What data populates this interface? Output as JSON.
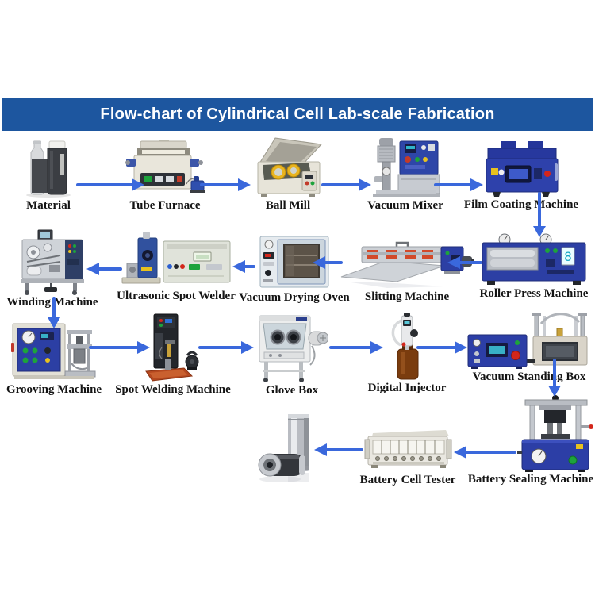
{
  "title": "Flow-chart of Cylindrical Cell Lab-scale Fabrication",
  "colors": {
    "banner_bg": "#1d569f",
    "title_text": "#ffffff",
    "arrow": "#3a68dc",
    "label_text": "#141414",
    "background": "#ffffff"
  },
  "nodes": [
    {
      "id": "material",
      "label": "Material"
    },
    {
      "id": "tube-furnace",
      "label": "Tube Furnace"
    },
    {
      "id": "ball-mill",
      "label": "Ball Mill"
    },
    {
      "id": "vacuum-mixer",
      "label": "Vacuum Mixer"
    },
    {
      "id": "film-coating-machine",
      "label": "Film Coating Machine"
    },
    {
      "id": "roller-press-machine",
      "label": "Roller Press Machine"
    },
    {
      "id": "slitting-machine",
      "label": "Slitting Machine"
    },
    {
      "id": "vacuum-drying-oven",
      "label": "Vacuum Drying Oven"
    },
    {
      "id": "ultrasonic-spot-welder",
      "label": "Ultrasonic Spot Welder"
    },
    {
      "id": "winding-machine",
      "label": "Winding Machine"
    },
    {
      "id": "grooving-machine",
      "label": "Grooving Machine"
    },
    {
      "id": "spot-welding-machine",
      "label": "Spot Welding Machine"
    },
    {
      "id": "glove-box",
      "label": "Glove Box"
    },
    {
      "id": "digital-injector",
      "label": "Digital Injector"
    },
    {
      "id": "vacuum-standing-box",
      "label": "Vacuum Standing Box"
    },
    {
      "id": "battery-sealing-machine",
      "label": "Battery Sealing Machine"
    },
    {
      "id": "battery-cell-tester",
      "label": "Battery Cell Tester"
    },
    {
      "id": "finished-cells",
      "label": ""
    }
  ],
  "flow": [
    {
      "from": "Material",
      "to": "Tube Furnace",
      "direction": "right"
    },
    {
      "from": "Tube Furnace",
      "to": "Ball Mill",
      "direction": "right"
    },
    {
      "from": "Ball Mill",
      "to": "Vacuum Mixer",
      "direction": "right"
    },
    {
      "from": "Vacuum Mixer",
      "to": "Film Coating Machine",
      "direction": "right"
    },
    {
      "from": "Film Coating Machine",
      "to": "Roller Press Machine",
      "direction": "down"
    },
    {
      "from": "Roller Press Machine",
      "to": "Slitting Machine",
      "direction": "left"
    },
    {
      "from": "Slitting Machine",
      "to": "Vacuum Drying Oven",
      "direction": "left"
    },
    {
      "from": "Vacuum Drying Oven",
      "to": "Ultrasonic Spot Welder",
      "direction": "left"
    },
    {
      "from": "Ultrasonic Spot Welder",
      "to": "Winding Machine",
      "direction": "left"
    },
    {
      "from": "Winding Machine",
      "to": "Grooving Machine",
      "direction": "down"
    },
    {
      "from": "Grooving Machine",
      "to": "Spot Welding Machine",
      "direction": "right"
    },
    {
      "from": "Spot Welding Machine",
      "to": "Glove Box",
      "direction": "right"
    },
    {
      "from": "Glove Box",
      "to": "Digital Injector",
      "direction": "right"
    },
    {
      "from": "Digital Injector",
      "to": "Vacuum Standing Box",
      "direction": "right"
    },
    {
      "from": "Vacuum Standing Box",
      "to": "Battery Sealing Machine",
      "direction": "down"
    },
    {
      "from": "Battery Sealing Machine",
      "to": "Battery Cell Tester",
      "direction": "left"
    },
    {
      "from": "Battery Cell Tester",
      "to": "Finished Cylindrical Cells",
      "direction": "left"
    }
  ]
}
